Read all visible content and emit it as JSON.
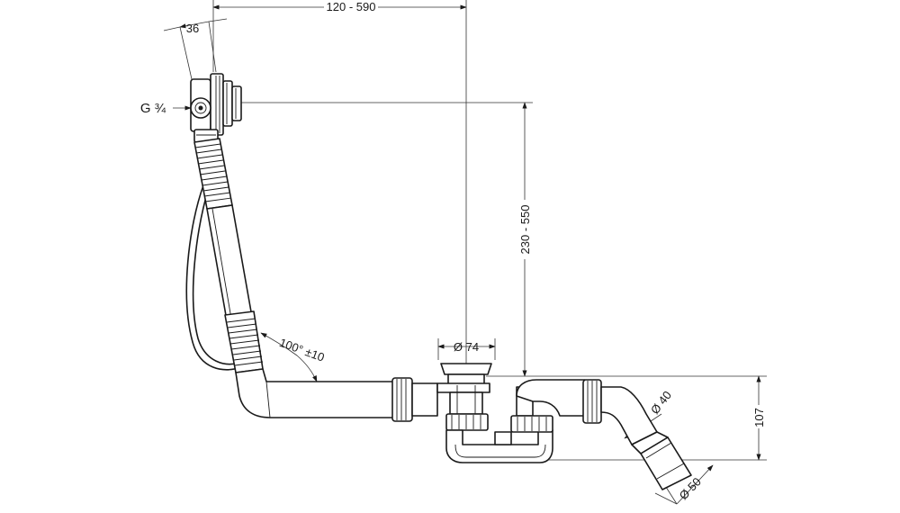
{
  "dimensions": {
    "thread": "G ¾",
    "overflow_depth": "36",
    "horizontal_span": "120 - 590",
    "vertical_span": "230 - 550",
    "drain_diameter": "Ø 74",
    "pipe_angle": "100° ±10",
    "pipe_diameter_40": "Ø 40",
    "outlet_diameter_50": "Ø 50",
    "trap_height": "107"
  }
}
